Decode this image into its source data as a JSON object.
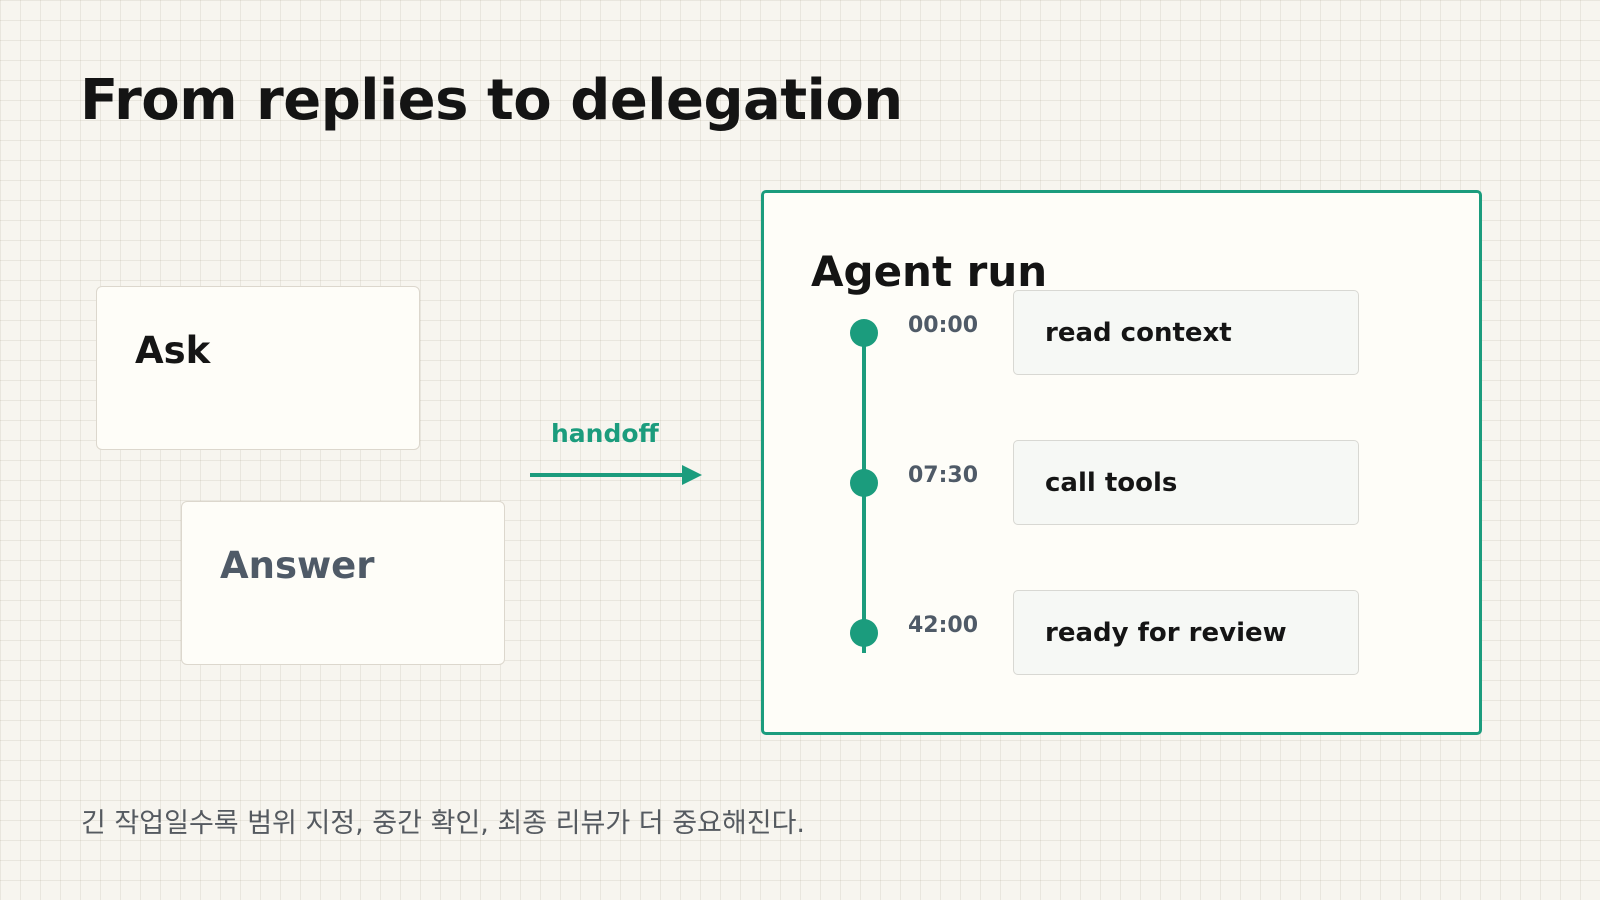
{
  "slide": {
    "title": "From replies to delegation",
    "footnote": "긴 작업일수록 범위 지정, 중간 확인, 최종 리뷰가 더 중요해진다."
  },
  "left_cards": {
    "ask": "Ask",
    "answer": "Answer"
  },
  "connector": {
    "label": "handoff"
  },
  "agent_run": {
    "title": "Agent run",
    "steps": [
      {
        "time": "00:00",
        "label": "read context"
      },
      {
        "time": "07:30",
        "label": "call tools"
      },
      {
        "time": "42:00",
        "label": "ready for review"
      }
    ]
  },
  "colors": {
    "accent": "#1b9c7d",
    "background": "#f7f5ef",
    "card_fill": "#fefdf8",
    "muted_text": "#4f5a67"
  }
}
